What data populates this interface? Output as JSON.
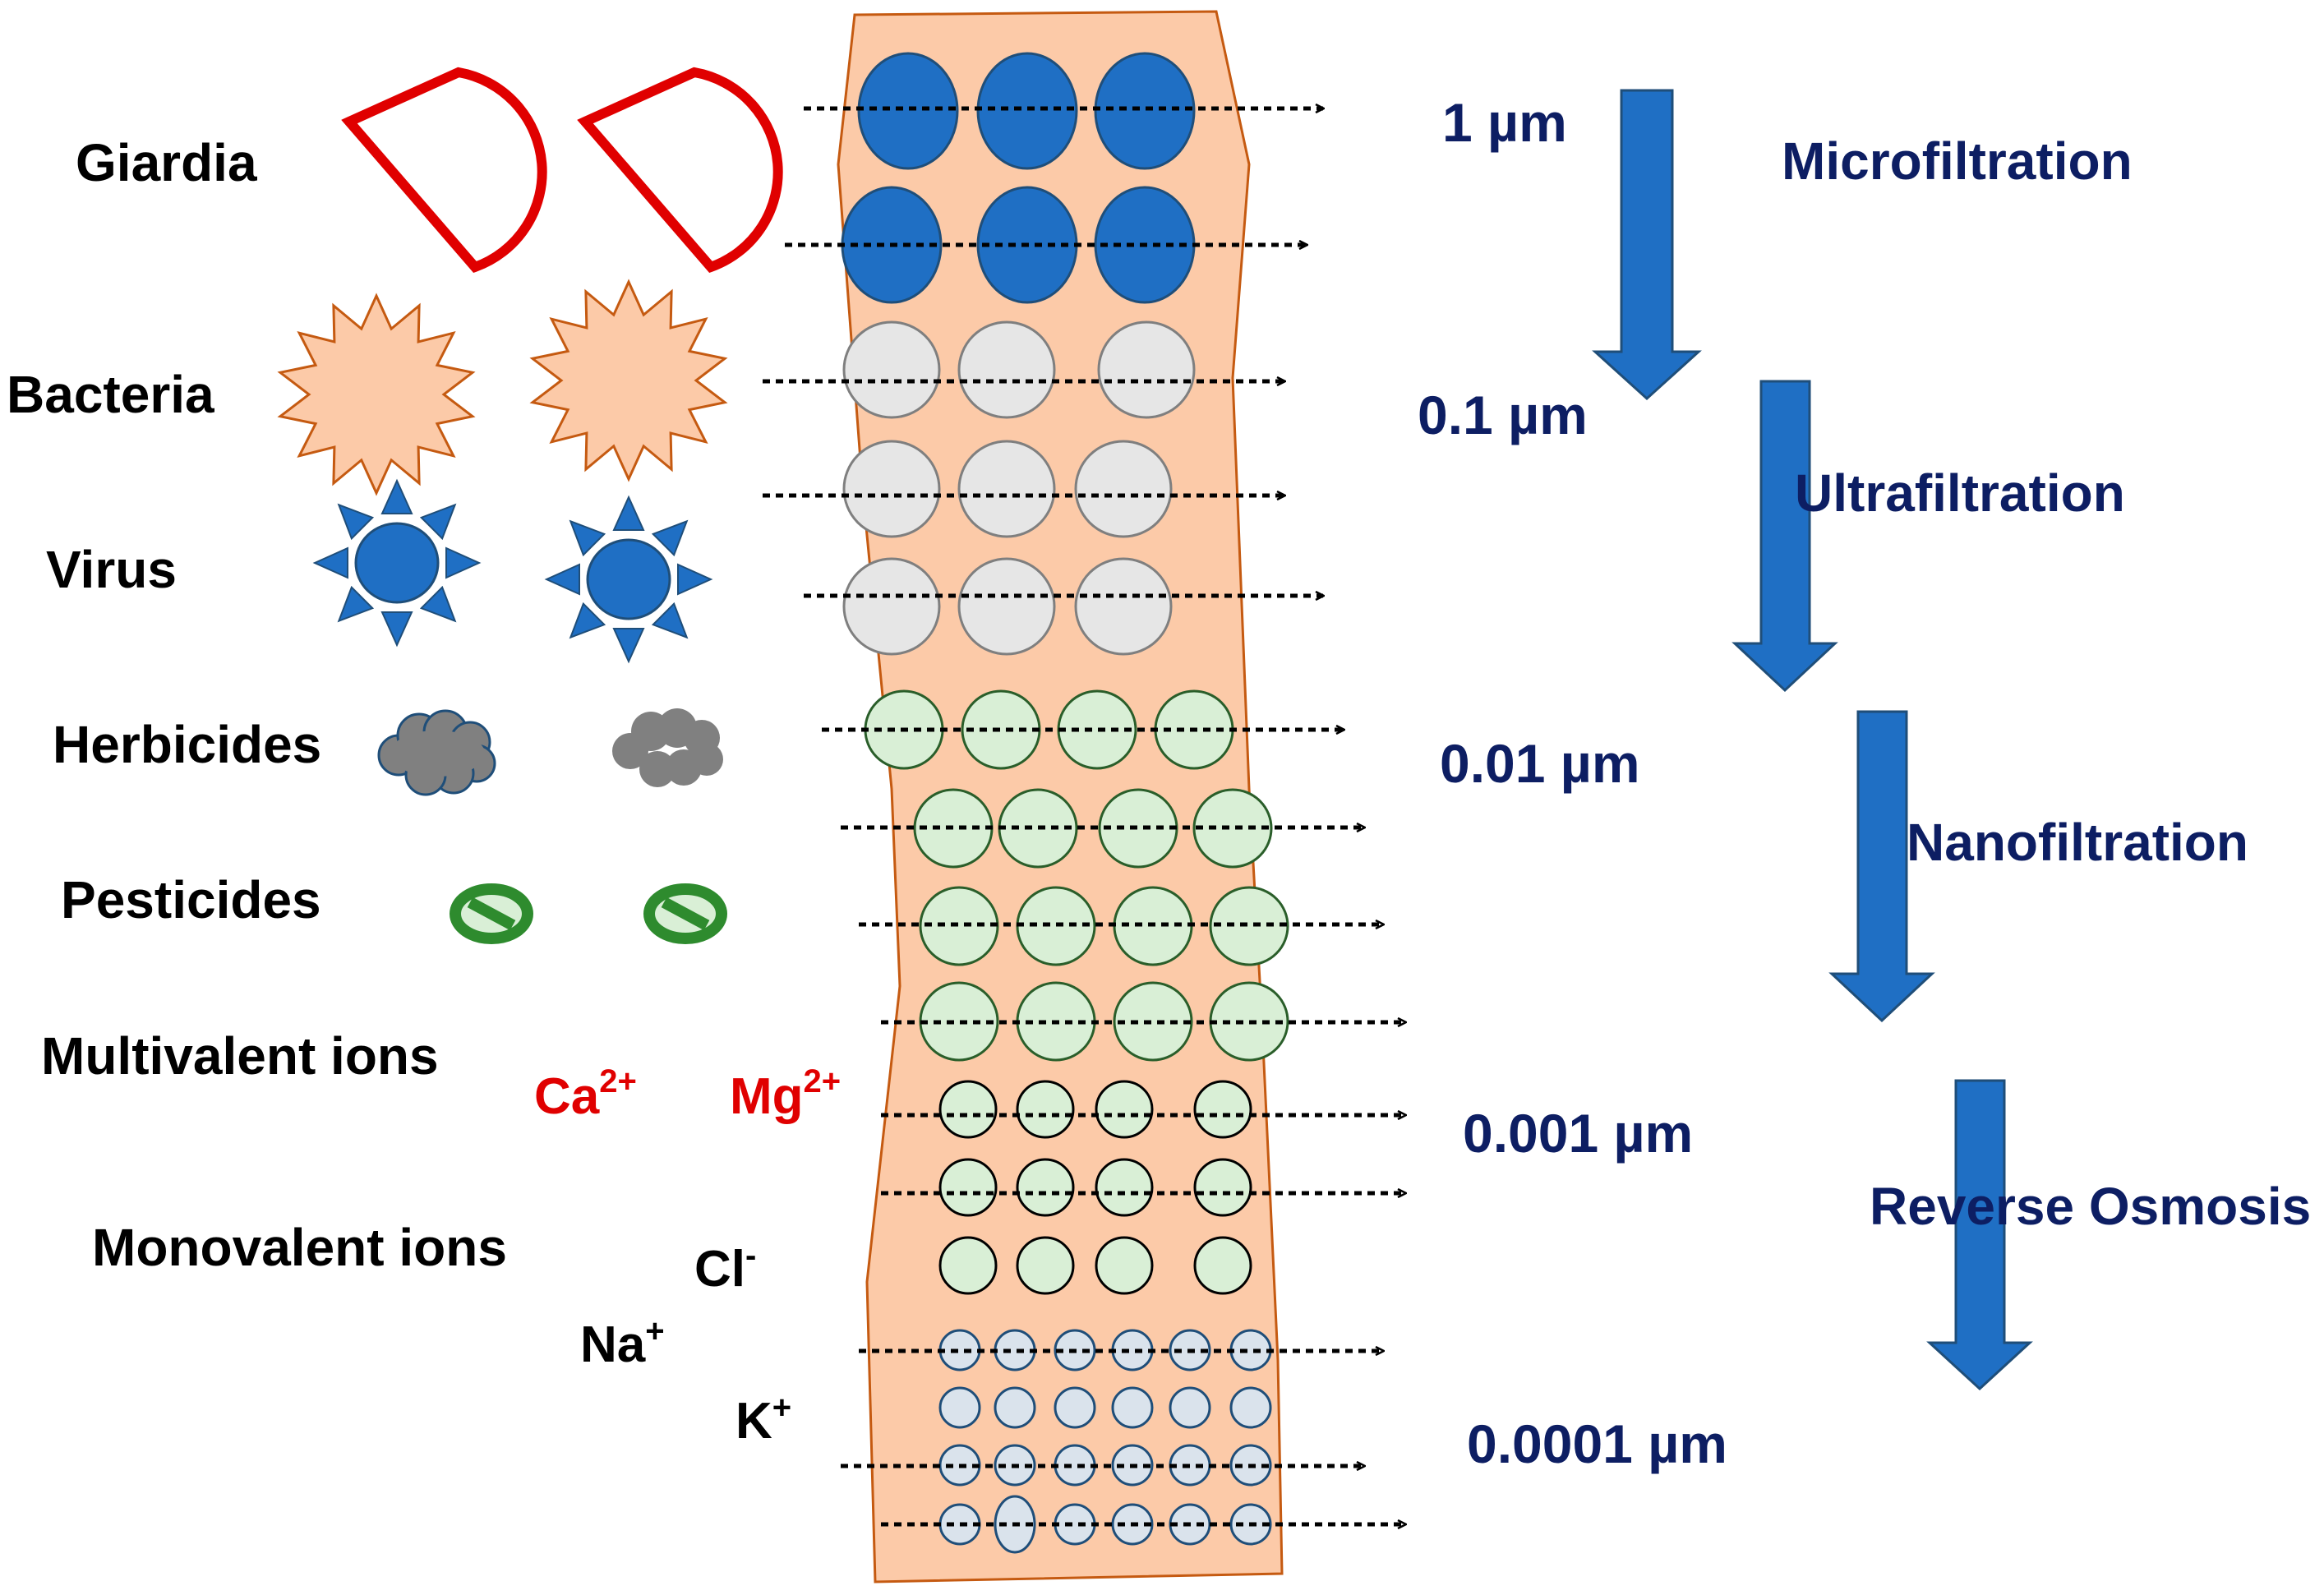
{
  "labels": {
    "giardia": "Giardia",
    "bacteria": "Bacteria",
    "virus": "Virus",
    "herbicides": "Herbicides",
    "pesticides": "Pesticides",
    "multivalent": "Multivalent ions",
    "monovalent": "Monovalent ions"
  },
  "ions": {
    "ca": {
      "base": "Ca",
      "charge": "2+"
    },
    "mg": {
      "base": "Mg",
      "charge": "2+"
    },
    "cl": {
      "base": "Cl",
      "charge": "-"
    },
    "na": {
      "base": "Na",
      "charge": "+"
    },
    "k": {
      "base": "K",
      "charge": "+"
    }
  },
  "sizes": [
    "1 µm",
    "0.1 µm",
    "0.01 µm",
    "0.001 µm",
    "0.0001 µm"
  ],
  "processes": [
    "Microfiltration",
    "Ultrafiltration",
    "Nanofiltration",
    "Reverse Osmosis"
  ],
  "colors": {
    "membrane": "#fccaa8",
    "membrane_border": "#c55a11",
    "micro_pore": "#1f6fc4",
    "ultra_pore": "#e6e6e6",
    "nano_pore": "#d9efd6",
    "ro_pore": "#dae3ec",
    "giardia": "#e00000",
    "bacteria": "#fccaa8",
    "virus": "#1f6fc4",
    "herbicide": "#808080",
    "pesticide": "#2e8b2e",
    "ion_multivalent": "#e00000",
    "ion_monovalent": "#000000",
    "size_text": "#0d1e63",
    "process_arrow": "#1f6fc4"
  },
  "icons": [
    "giardia-icon",
    "bacteria-icon",
    "virus-icon",
    "herbicide-icon",
    "pesticide-icon"
  ]
}
